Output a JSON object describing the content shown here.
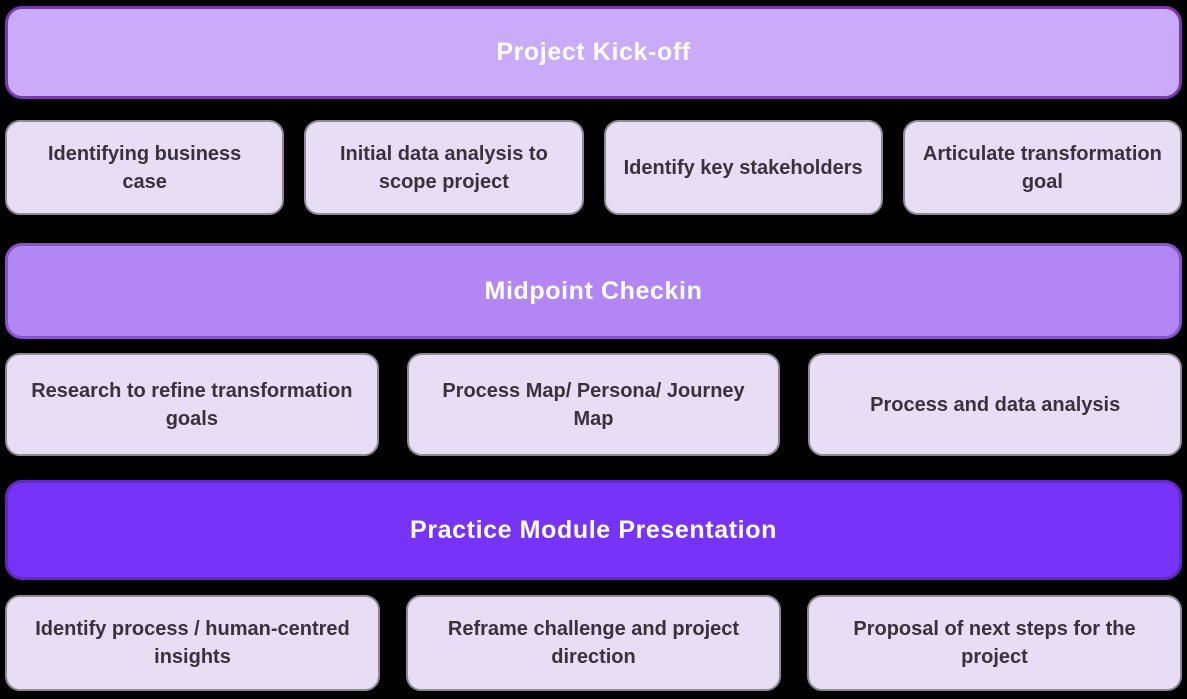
{
  "diagram": {
    "background_color": "#000000",
    "task_box_fill": "#e7def6",
    "task_box_border": "#8f8b95",
    "task_box_text_color": "#38323c",
    "sections": [
      {
        "header": {
          "label": "Project Kick-off",
          "fill": "#c9abf9",
          "border": "#7a38a8",
          "text_color": "#ffffff"
        },
        "items": [
          {
            "label": "Identifying business case"
          },
          {
            "label": "Initial data analysis to scope project"
          },
          {
            "label": "Identify key stakeholders"
          },
          {
            "label": "Articulate transformation goal"
          }
        ]
      },
      {
        "header": {
          "label": "Midpoint Checkin",
          "fill": "#b286f5",
          "border": "#8a52cc",
          "text_color": "#ffffff"
        },
        "items": [
          {
            "label": "Research to refine transformation goals"
          },
          {
            "label": "Process Map/ Persona/ Journey Map"
          },
          {
            "label": "Process and data analysis"
          }
        ]
      },
      {
        "header": {
          "label": "Practice Module Presentation",
          "fill": "#7733f7",
          "border": "#6128c4",
          "text_color": "#ffffff"
        },
        "items": [
          {
            "label": "Identify process / human-centred insights"
          },
          {
            "label": "Reframe challenge and project direction"
          },
          {
            "label": "Proposal of next steps for the project"
          }
        ]
      }
    ]
  }
}
